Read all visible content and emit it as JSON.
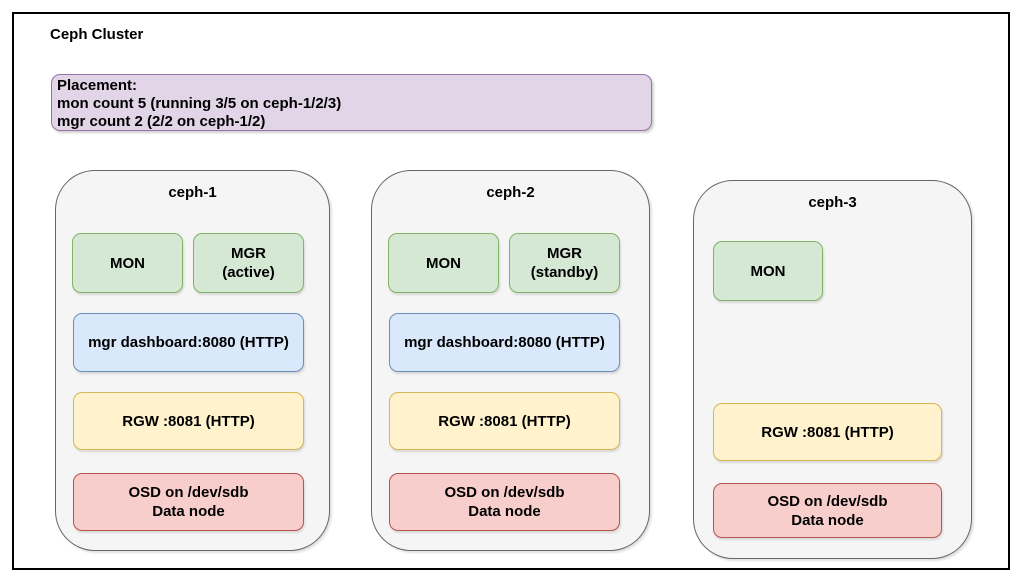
{
  "diagram": {
    "title": "Ceph Cluster",
    "placement": {
      "lines": [
        "Placement:",
        "mon count 5 (running 3/5 on ceph-1/2/3)",
        "mgr count 2 (2/2 on ceph-1/2)"
      ]
    },
    "nodes": [
      {
        "title": "ceph-1",
        "mon": "MON",
        "mgr": "MGR\n(active)",
        "dashboard": "mgr dashboard:8080 (HTTP)",
        "rgw": "RGW :8081 (HTTP)",
        "osd": "OSD on /dev/sdb\nData node"
      },
      {
        "title": "ceph-2",
        "mon": "MON",
        "mgr": "MGR\n(standby)",
        "dashboard": "mgr dashboard:8080 (HTTP)",
        "rgw": "RGW :8081 (HTTP)",
        "osd": "OSD on /dev/sdb\nData node"
      },
      {
        "title": "ceph-3",
        "mon": "MON",
        "rgw": "RGW :8081 (HTTP)",
        "osd": "OSD on /dev/sdb\nData node"
      }
    ],
    "palette": {
      "frame_border": "#000000",
      "node_fill": "#f5f5f5",
      "node_border": "#666666",
      "placement_fill": "#e1d5e7",
      "placement_border": "#9673a6",
      "mon_mgr_fill": "#d5e8d4",
      "mon_mgr_border": "#82b366",
      "dashboard_fill": "#dae8fc",
      "dashboard_border": "#6c8ebf",
      "rgw_fill": "#fff2cc",
      "rgw_border": "#d6b656",
      "osd_fill": "#f8cecc",
      "osd_border": "#b85450"
    }
  }
}
